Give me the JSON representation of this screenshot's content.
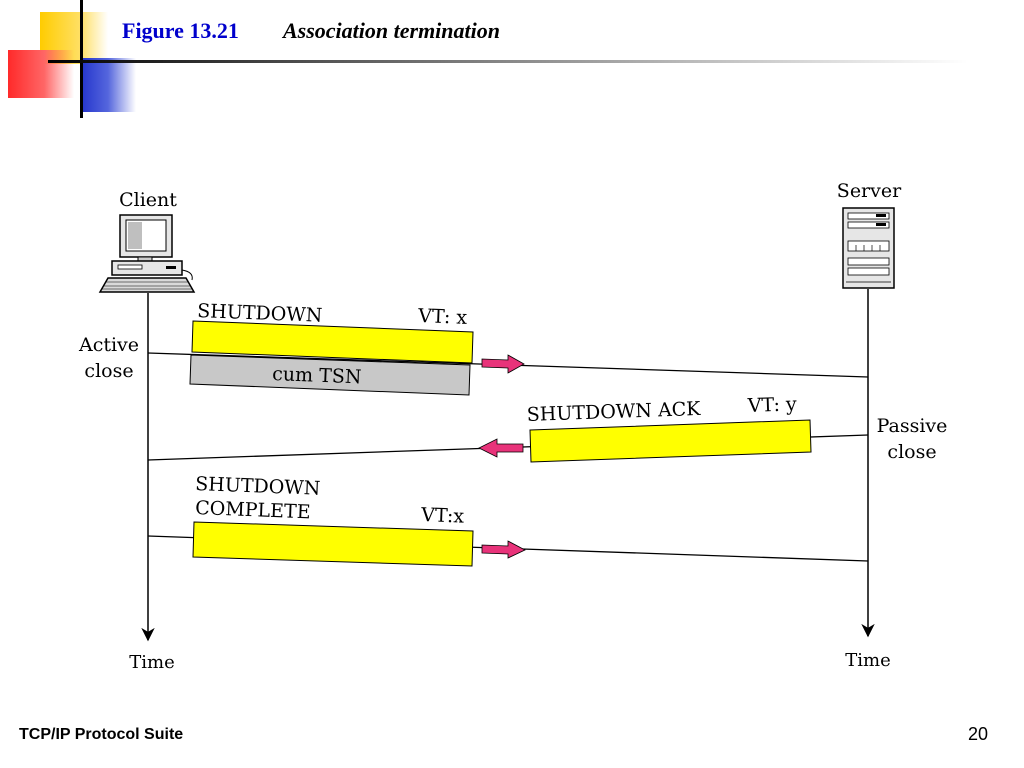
{
  "header": {
    "figure_number": "Figure 13.21",
    "figure_title": "Association termination"
  },
  "diagram": {
    "client_label": "Client",
    "server_label": "Server",
    "active_close": [
      "Active",
      "close"
    ],
    "passive_close": [
      "Passive",
      "close"
    ],
    "time_left": "Time",
    "time_right": "Time",
    "messages": [
      {
        "chunk": "SHUTDOWN",
        "vt": "VT: x",
        "extra": "cum TSN",
        "direction": "client-to-server"
      },
      {
        "chunk": "SHUTDOWN ACK",
        "vt": "VT: y",
        "direction": "server-to-client"
      },
      {
        "chunk_lines": [
          "SHUTDOWN",
          "COMPLETE"
        ],
        "vt": "VT:x",
        "direction": "client-to-server"
      }
    ],
    "colors": {
      "chunk_fill": "#ffff00",
      "tsn_fill": "#c8c8c8",
      "arrow_fill": "#e8337a",
      "accent_blue": "#0000cc"
    }
  },
  "footer": {
    "suite": "TCP/IP Protocol Suite",
    "page": "20"
  }
}
